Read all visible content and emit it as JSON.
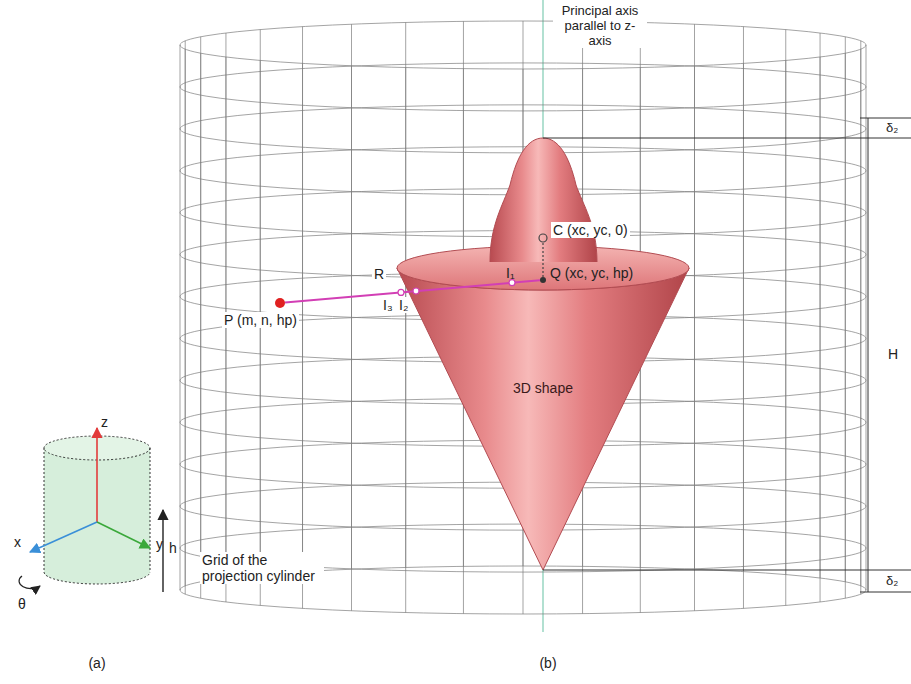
{
  "diagram": {
    "nodes": [
      {
        "text": [
          "Grid of the projection cylinder"
        ]
      },
      {
        "text": [
          "3D shape"
        ],
        "in": 0
      }
    ],
    "labels": [
      "Principal axis parallel to z-axis",
      "δ₂",
      "H",
      "δ₂",
      "C (xc, yc, 0)",
      "R",
      "I₃",
      "I₂",
      "I₁",
      "Q (xc, yc, hp)",
      "P (m, n, hp)",
      "z",
      "x",
      "y",
      "θ",
      "h",
      "(a)",
      "(b)"
    ]
  }
}
